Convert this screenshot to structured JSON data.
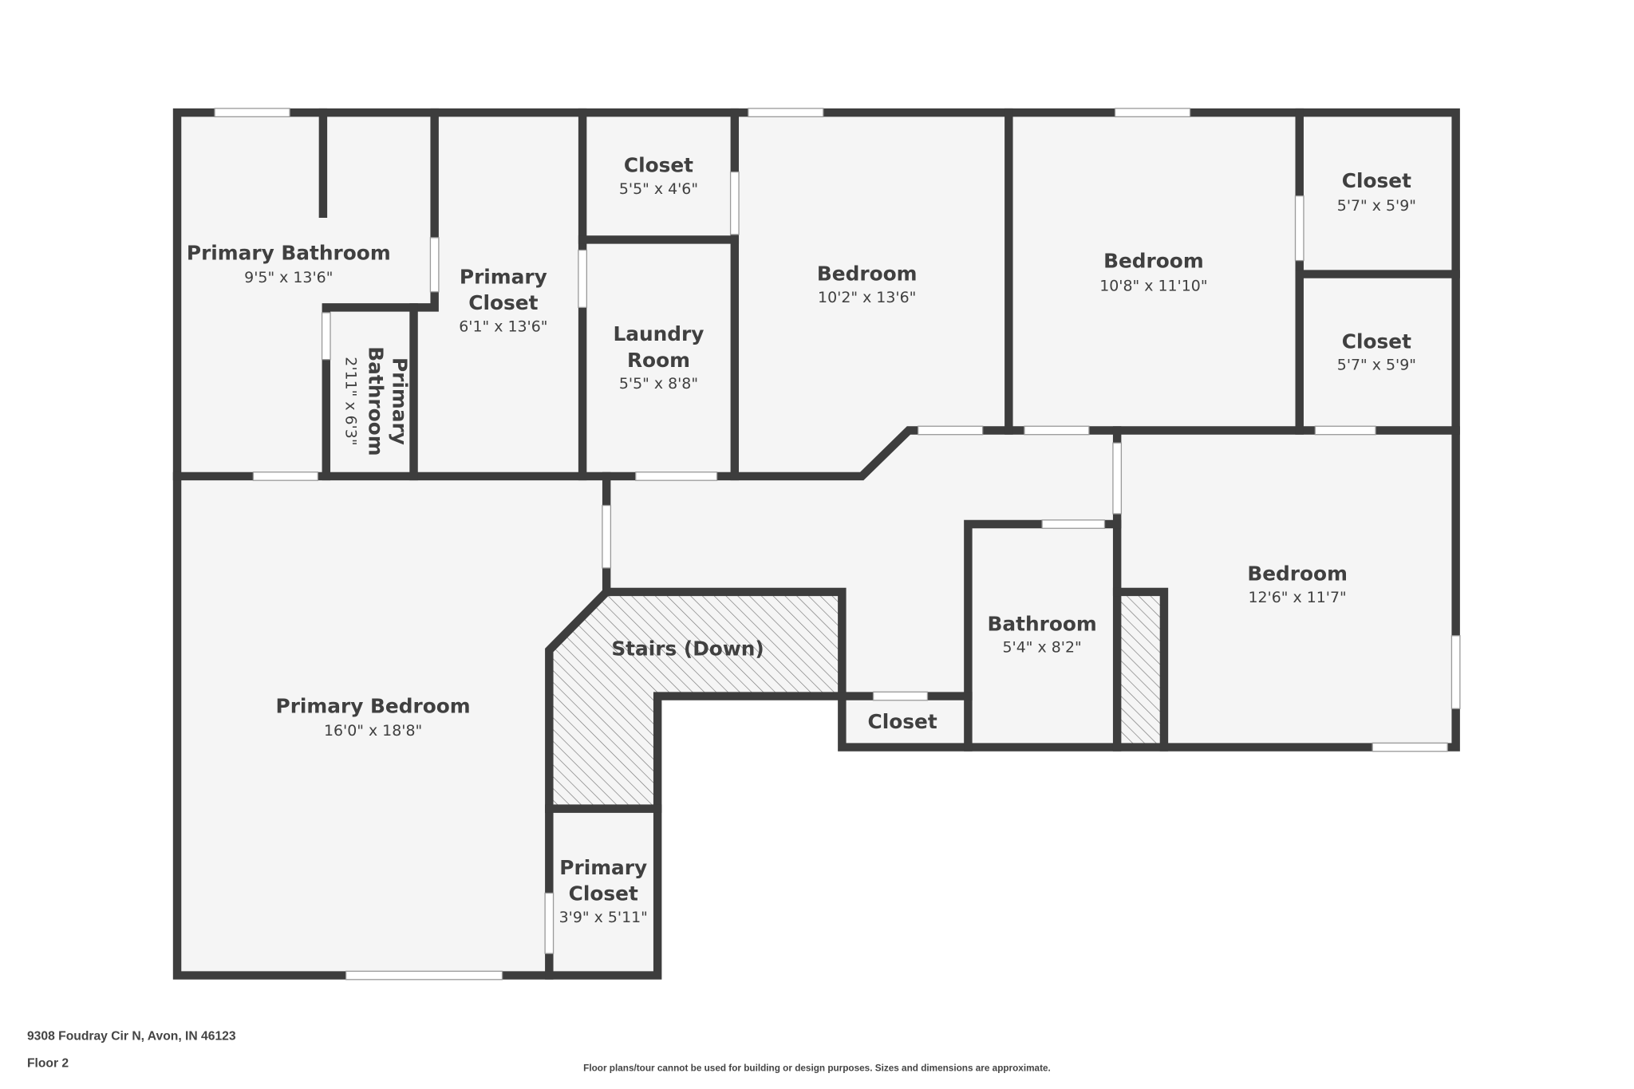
{
  "rooms": {
    "primary_bathroom": {
      "name": "Primary Bathroom",
      "dim": "9'5\" x 13'6\""
    },
    "primary_bathroom_small": {
      "name1": "Primary",
      "name2": "Bathroom",
      "dim": "2'11\" x 6'3\""
    },
    "primary_closet_upper": {
      "name1": "Primary",
      "name2": "Closet",
      "dim": "6'1\" x 13'6\""
    },
    "closet_top": {
      "name": "Closet",
      "dim": "5'5\" x 4'6\""
    },
    "laundry": {
      "name1": "Laundry",
      "name2": "Room",
      "dim": "5'5\" x 8'8\""
    },
    "bedroom_1": {
      "name": "Bedroom",
      "dim": "10'2\" x 13'6\""
    },
    "bedroom_2": {
      "name": "Bedroom",
      "dim": "10'8\" x 11'10\""
    },
    "closet_right_1": {
      "name": "Closet",
      "dim": "5'7\" x 5'9\""
    },
    "closet_right_2": {
      "name": "Closet",
      "dim": "5'7\" x 5'9\""
    },
    "bedroom_3": {
      "name": "Bedroom",
      "dim": "12'6\" x 11'7\""
    },
    "bathroom": {
      "name": "Bathroom",
      "dim": "5'4\" x 8'2\""
    },
    "stairs": {
      "name": "Stairs (Down)"
    },
    "closet_hall": {
      "name": "Closet"
    },
    "primary_bedroom": {
      "name": "Primary Bedroom",
      "dim": "16'0\" x 18'8\""
    },
    "primary_closet_lower": {
      "name1": "Primary",
      "name2": "Closet",
      "dim": "3'9\" x 5'11\""
    }
  },
  "footer": {
    "address": "9308 Foudray Cir N, Avon, IN 46123",
    "floor": "Floor 2",
    "disclaimer": "Floor plans/tour cannot be used for building or design purposes. Sizes and dimensions are approximate."
  },
  "colors": {
    "wall": "#3d3d3d",
    "floor": "#f5f5f5",
    "text": "#404040"
  }
}
